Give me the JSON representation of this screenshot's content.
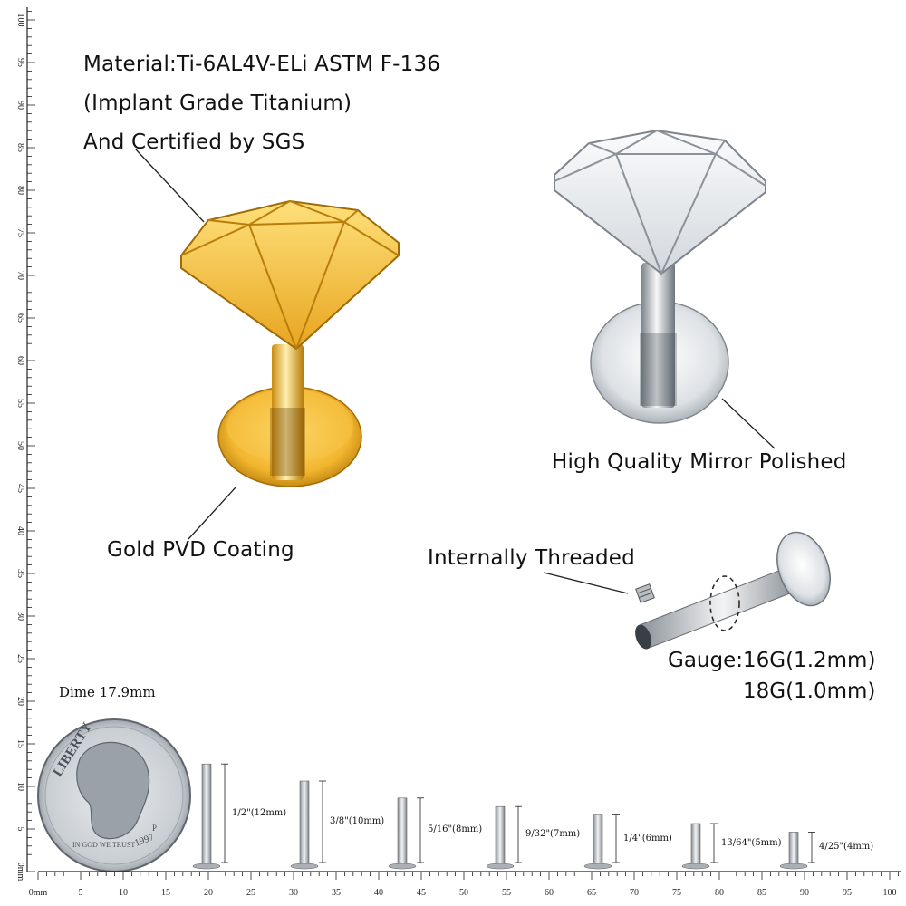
{
  "material_lines": [
    "Material:Ti-6AL4V-ELi ASTM F-136",
    "(Implant Grade Titanium)",
    "And Certified by SGS"
  ],
  "callouts": {
    "gold": "Gold PVD Coating",
    "mirror": "High Quality Mirror Polished",
    "thread": "Internally Threaded",
    "gauge_lines": [
      "Gauge:16G(1.2mm)",
      "18G(1.0mm)"
    ]
  },
  "dime": {
    "label": "Dime 17.9mm",
    "legend": "LIBERTY",
    "motto": "IN GOD WE TRUST",
    "year": "1997",
    "mint": "P"
  },
  "ruler": {
    "unit": "mm",
    "major_ticks": [
      0,
      5,
      10,
      15,
      20,
      25,
      30,
      35,
      40,
      45,
      50,
      55,
      60,
      65,
      70,
      75,
      80,
      85,
      90,
      95,
      100
    ]
  },
  "bar_lengths": [
    {
      "label": "1/2\"(12mm)",
      "mm": 12
    },
    {
      "label": "3/8\"(10mm)",
      "mm": 10
    },
    {
      "label": "5/16\"(8mm)",
      "mm": 8
    },
    {
      "label": "9/32\"(7mm)",
      "mm": 7
    },
    {
      "label": "1/4\"(6mm)",
      "mm": 6
    },
    {
      "label": "13/64\"(5mm)",
      "mm": 5
    },
    {
      "label": "4/25\"(4mm)",
      "mm": 4
    }
  ],
  "colors": {
    "gold": "#f2b93a",
    "gold_dark": "#c98a10",
    "silver": "#d9dde2",
    "silver_dark": "#8e959c"
  }
}
